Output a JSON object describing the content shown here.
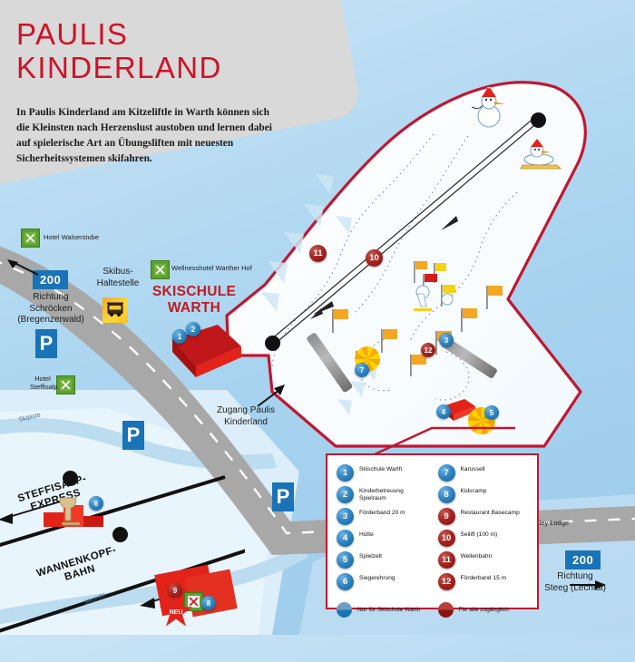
{
  "header": {
    "title": "PAULIS\nKINDERLAND",
    "intro": "In Paulis Kinderland am Kitzeliftle in Warth können sich die Kleinsten nach Herzenslust austoben und lernen dabei auf spielerische Art an Übungsliften mit neuesten Sicherheitssystemen skifahren.",
    "title_color": "#cf1228"
  },
  "map": {
    "area_title": "SKISCHULE\nWARTH",
    "access_label": "Zugang Paulis\nKinderland",
    "skibus_label": "Skibus-\nHaltestelle",
    "direction_west": "Richtung\nSchröcken\n(Bregenzerwald)",
    "direction_east": "Richtung\nSteeg (Lechtal)",
    "road_number": "200",
    "parking_label": "P",
    "hotels": [
      {
        "name": "Hotel Walserstube"
      },
      {
        "name": "Hotel Steffisalp"
      },
      {
        "name": "Wellnesshotel Warther Hof"
      },
      {
        "name": "Lech Valley Lodge"
      }
    ],
    "lifts": [
      {
        "name": "STEFFISALP-\nEXPRESS"
      },
      {
        "name": "WANNENKOPF-\nBAHN"
      }
    ],
    "piste_labels": [
      "Skipiste",
      "Skipiste",
      "Skipiste"
    ],
    "new_badge": "NEU",
    "colors": {
      "accent_red": "#c11730",
      "snow_white": "#ffffff",
      "water_blue": "#a7d3ef",
      "piste_blue": "#d3e8f6",
      "panel_grey": "#d9d9d9",
      "sign_blue": "#1a73b7",
      "marker_blue": "#2f84c2",
      "marker_red": "#a5231f",
      "building_red": "#e2231a"
    }
  },
  "legend": {
    "left": [
      {
        "num": "1",
        "tone": "blue",
        "text": "Skischule Warth"
      },
      {
        "num": "2",
        "tone": "blue",
        "text": "Kinderbetreuung\nSpielraum"
      },
      {
        "num": "3",
        "tone": "blue",
        "text": "Förderband 20 m"
      },
      {
        "num": "4",
        "tone": "blue",
        "text": "Hütte"
      },
      {
        "num": "5",
        "tone": "blue",
        "text": "Spielzelt"
      },
      {
        "num": "6",
        "tone": "blue",
        "text": "Siegerehrung"
      }
    ],
    "right": [
      {
        "num": "7",
        "tone": "blue",
        "text": "Karussell"
      },
      {
        "num": "8",
        "tone": "blue",
        "text": "Kidscamp"
      },
      {
        "num": "9",
        "tone": "red",
        "text": "Restaurant Basecamp"
      },
      {
        "num": "10",
        "tone": "red",
        "text": "Seilift (100 m)"
      },
      {
        "num": "11",
        "tone": "red",
        "text": "Wellenbahn"
      },
      {
        "num": "12",
        "tone": "red",
        "text": "Förderband 15 m"
      }
    ],
    "footer": [
      {
        "tone": "blue",
        "text": "Nur für Skischule Warth"
      },
      {
        "tone": "red",
        "text": "Für alle zugänglich"
      }
    ]
  },
  "markers": [
    {
      "num": "1",
      "tone": "blue"
    },
    {
      "num": "2",
      "tone": "blue"
    },
    {
      "num": "3",
      "tone": "blue"
    },
    {
      "num": "4",
      "tone": "blue"
    },
    {
      "num": "5",
      "tone": "blue"
    },
    {
      "num": "6",
      "tone": "blue"
    },
    {
      "num": "7",
      "tone": "blue"
    },
    {
      "num": "8",
      "tone": "blue"
    },
    {
      "num": "9",
      "tone": "red"
    },
    {
      "num": "10",
      "tone": "red"
    },
    {
      "num": "11",
      "tone": "red"
    },
    {
      "num": "12",
      "tone": "red"
    }
  ]
}
